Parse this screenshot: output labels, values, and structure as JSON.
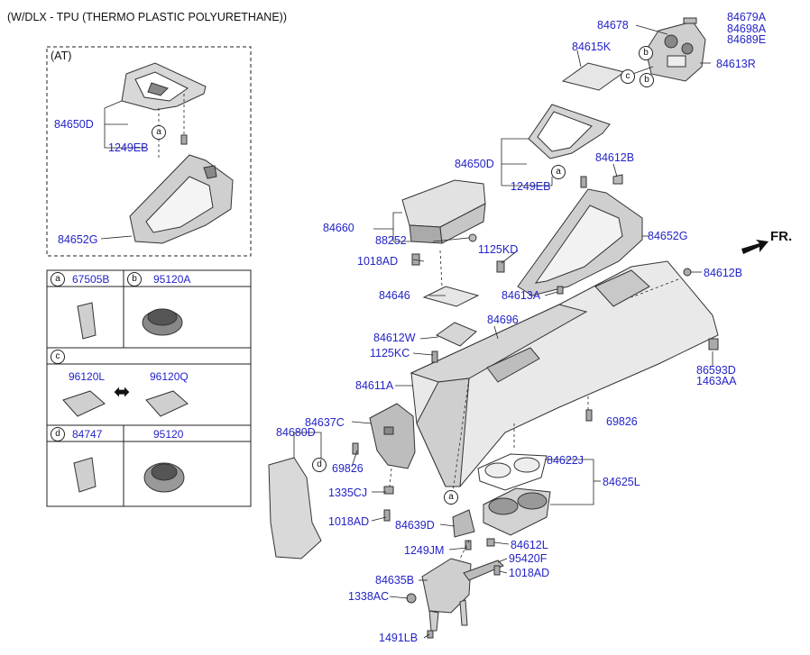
{
  "header": {
    "title": "(W/DLX - TPU (THERMO PLASTIC POLYURETHANE))"
  },
  "inset": {
    "label": "(AT)"
  },
  "front_label": "FR.",
  "callout_letters": {
    "a": "a",
    "b": "b",
    "c": "c",
    "d": "d"
  },
  "part_labels": {
    "p84650D_inset": "84650D",
    "p1249EB_inset": "1249EB",
    "p84652G_inset": "84652G",
    "p84678": "84678",
    "p84679A": "84679A",
    "p84698A": "84698A",
    "p84689E": "84689E",
    "p84613R": "84613R",
    "p84615K": "84615K",
    "p84650D": "84650D",
    "p1249EB": "1249EB",
    "p84612B_top": "84612B",
    "p84652G": "84652G",
    "p84660": "84660",
    "p88252": "88252",
    "p1125KD": "1125KD",
    "p1018AD_a": "1018AD",
    "p84612B_right": "84612B",
    "p84646": "84646",
    "p84613A": "84613A",
    "p84612W": "84612W",
    "p84696": "84696",
    "p1125KC": "1125KC",
    "p84611A": "84611A",
    "p86593D": "86593D",
    "p1463AA": "1463AA",
    "p84637C": "84637C",
    "p69826_right": "69826",
    "p84680D": "84680D",
    "p69826_left": "69826",
    "p84622J": "84622J",
    "p84625L": "84625L",
    "p1335CJ": "1335CJ",
    "p1018AD_b": "1018AD",
    "p84639D": "84639D",
    "p1249JM": "1249JM",
    "p84612L": "84612L",
    "p95420F": "95420F",
    "p1018AD_c": "1018AD",
    "p84635B": "84635B",
    "p1338AC": "1338AC",
    "p1491LB": "1491LB"
  },
  "legend": {
    "a_part": "67505B",
    "b_part": "95120A",
    "c_left": "96120L",
    "c_right": "96120Q",
    "d_part": "84747",
    "d_right": "95120",
    "swap_symbol": "⬌"
  }
}
